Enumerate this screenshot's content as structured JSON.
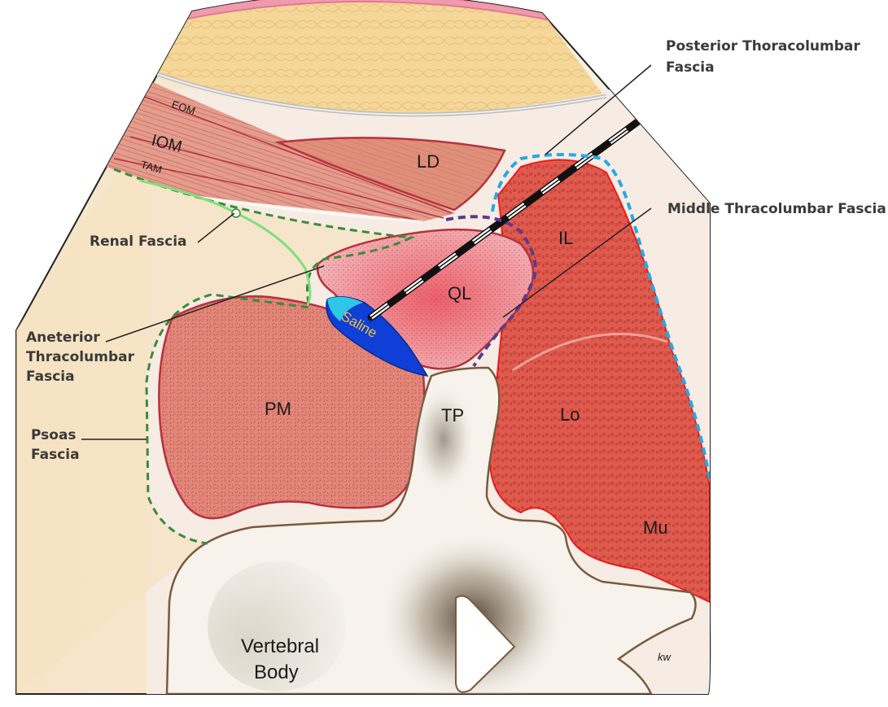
{
  "labels": {
    "eom": "EOM",
    "iom": "IOM",
    "tam": "TAM",
    "ld": "LD",
    "il": "IL",
    "ql": "QL",
    "pm": "PM",
    "tp": "TP",
    "lo": "Lo",
    "mu": "Mu",
    "saline": "Saline",
    "vertebral_body_line1": "Vertebral",
    "vertebral_body_line2": "Body",
    "signature": "kw"
  },
  "callouts": {
    "posterior_tlf_line1": "Posterior Thoracolumbar",
    "posterior_tlf_line2": "Fascia",
    "middle_tlf": "Middle Thracolumbar Fascia",
    "renal_fascia": "Renal Fascia",
    "anterior_tlf_line1": "Aneterior",
    "anterior_tlf_line2": "Thracolumbar",
    "anterior_tlf_line3": "Fascia",
    "psoas_fascia_line1": "Psoas",
    "psoas_fascia_line2": "Fascia"
  },
  "colors": {
    "skin": "#f3b6c3",
    "subcutaneous_fat": "#f6d79a",
    "muscle": "#e4867a",
    "muscle_dark": "#b8323f",
    "erector": "#e15a4e",
    "fascia_posterior": "#27a9e1",
    "fascia_middle": "#5b3a8e",
    "fascia_psoas": "#3a8c3a",
    "renal_fascia": "#7de07d",
    "saline": "#0f3fd6",
    "bone": "#f4efe6",
    "bone_outline": "#7a5a3c"
  }
}
